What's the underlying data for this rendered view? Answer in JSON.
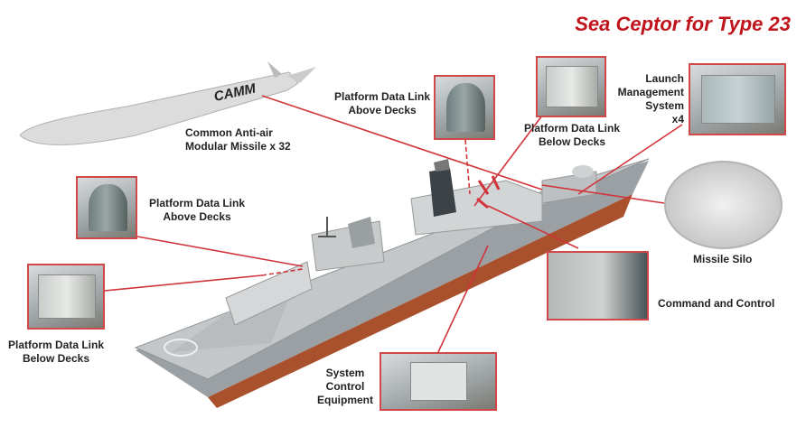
{
  "title": "Sea Ceptor for Type 23",
  "missile": {
    "marking": "CAMM",
    "label_line1": "Common Anti-air",
    "label_line2": "Modular Missile x 32"
  },
  "labels": {
    "pdl_above_top": [
      "Platform Data Link",
      "Above Decks"
    ],
    "pdl_below_top": [
      "Platform Data Link",
      "Below Decks"
    ],
    "lms": [
      "Launch",
      "Management",
      "System",
      "x4"
    ],
    "pdl_above_left": [
      "Platform Data Link",
      "Above Decks"
    ],
    "pdl_below_left": [
      "Platform Data Link",
      "Below Decks"
    ],
    "missile_silo": "Missile Silo",
    "command_control": "Command and Control",
    "system_control": [
      "System",
      "Control",
      "Equipment"
    ]
  },
  "colors": {
    "accent": "#c0141c",
    "leader_line": "#d0343a",
    "ship_hull": "#8b9094",
    "ship_bottom": "#b5532f"
  }
}
